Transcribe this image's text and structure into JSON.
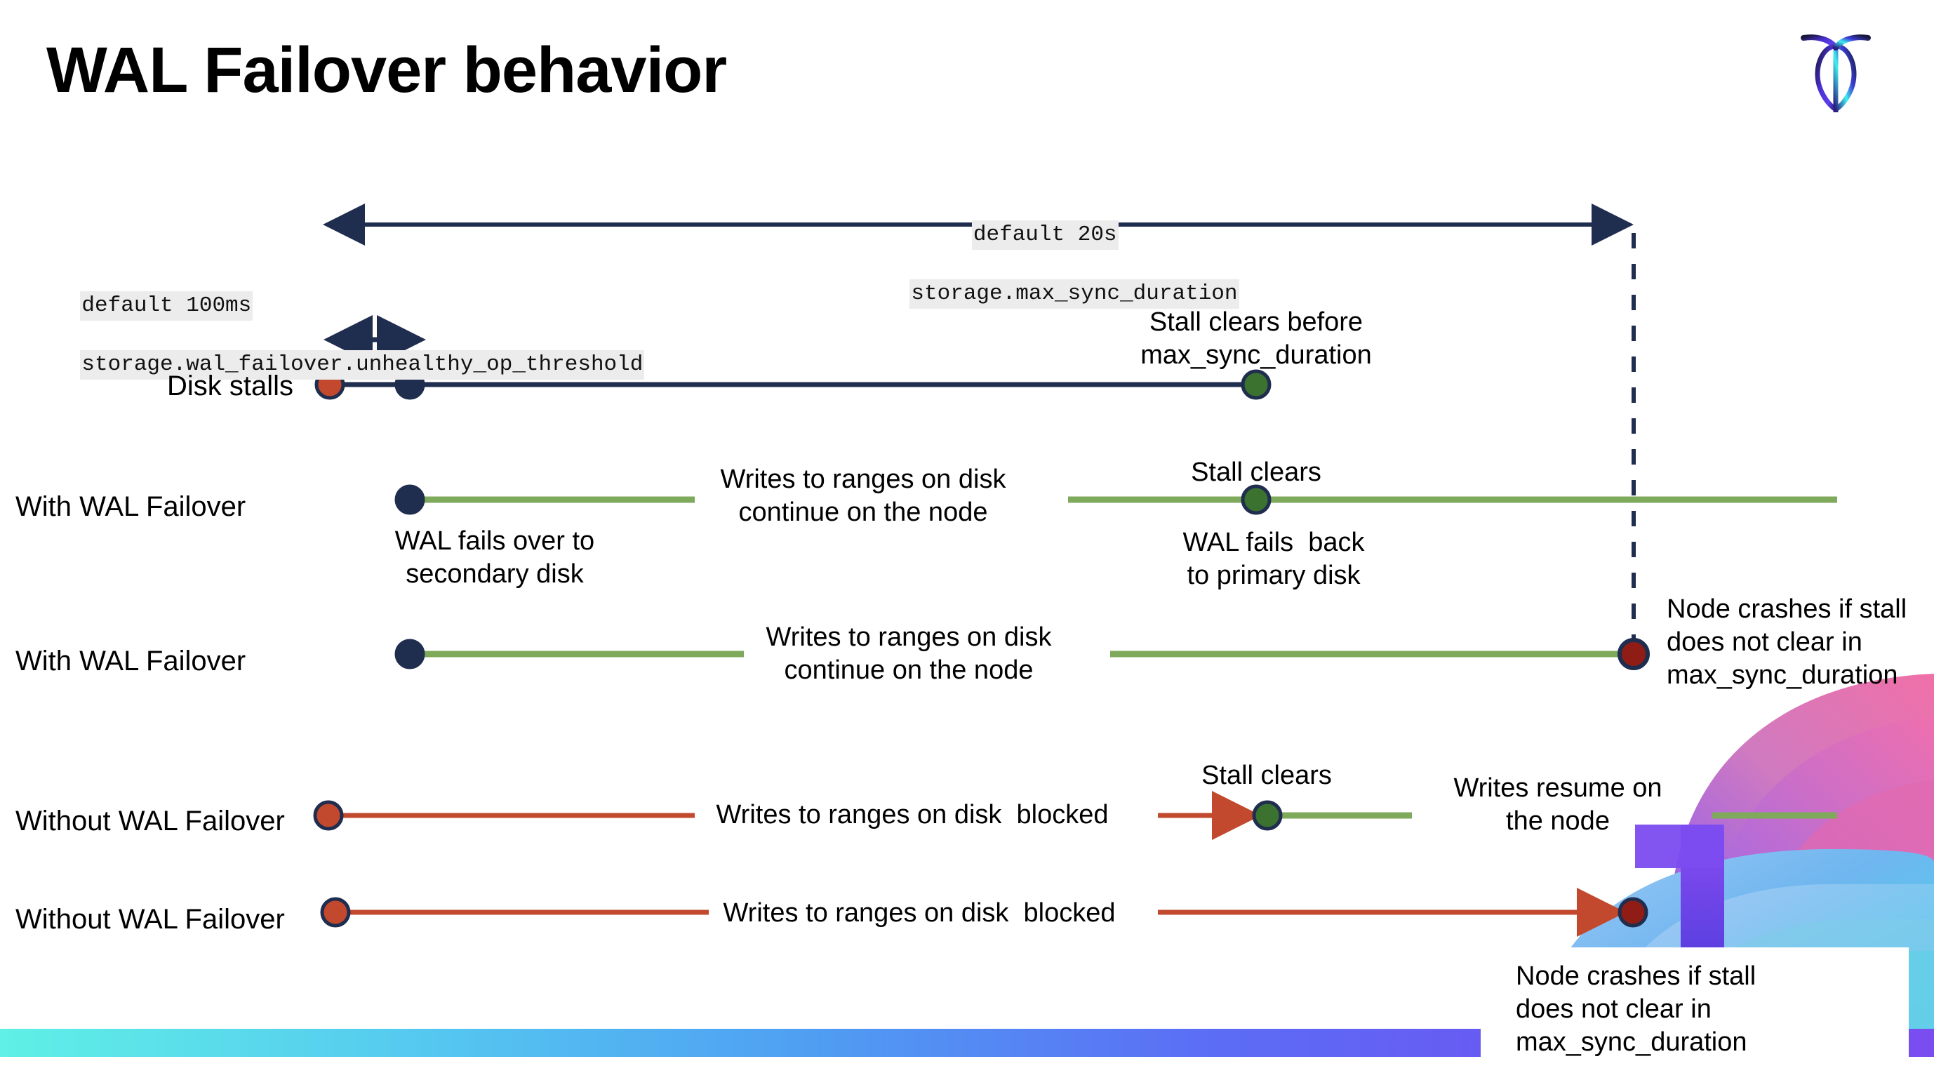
{
  "slide": {
    "title": "WAL Failover behavior",
    "logo_icon": "cockroachdb-logo-icon"
  },
  "settings": [
    {
      "name": "max-sync-duration-setting",
      "default_line": "default 20s",
      "setting_line": "storage.max_sync_duration"
    },
    {
      "name": "unhealthy-op-threshold-setting",
      "default_line": "default 100ms",
      "setting_line": "storage.wal_failover.unhealthy_op_threshold"
    }
  ],
  "rows": {
    "disk_stalls": {
      "label": "Disk stalls",
      "annotation": "Stall clears before\nmax_sync_duration"
    },
    "with_failover_1": {
      "label": "With WAL Failover",
      "start_note": "WAL fails over to\nsecondary disk",
      "middle_note": "Writes to ranges on disk\ncontinue on the node",
      "clear_note": "Stall clears",
      "end_note": "WAL fails  back\nto primary disk"
    },
    "with_failover_2": {
      "label": "With WAL Failover",
      "middle_note": "Writes to ranges on disk\ncontinue on the node",
      "crash_note": "Node crashes if stall\ndoes not clear in\nmax_sync_duration"
    },
    "without_failover_1": {
      "label": "Without WAL Failover",
      "blocked_note": "Writes to ranges on disk  blocked",
      "clear_note": "Stall clears",
      "resume_note": "Writes resume on\nthe node"
    },
    "without_failover_2": {
      "label": "Without WAL Failover",
      "blocked_note": "Writes to ranges on disk  blocked",
      "crash_note": "Node crashes if stall\ndoes not clear in\nmax_sync_duration"
    }
  },
  "markers": {
    "stall_start_icon": "orange-stall-start-dot",
    "failover_icon": "navy-failover-dot",
    "stall_clear_icon": "green-stall-clear-dot",
    "node_crash_icon": "dark-red-crash-dot"
  },
  "colors": {
    "navy": "#1f2d4f",
    "orange": "#c2492d",
    "green_dot": "#3c7230",
    "green_line": "#7fa95b",
    "dark_red": "#8f1d16",
    "code_bg": "#ececec"
  }
}
